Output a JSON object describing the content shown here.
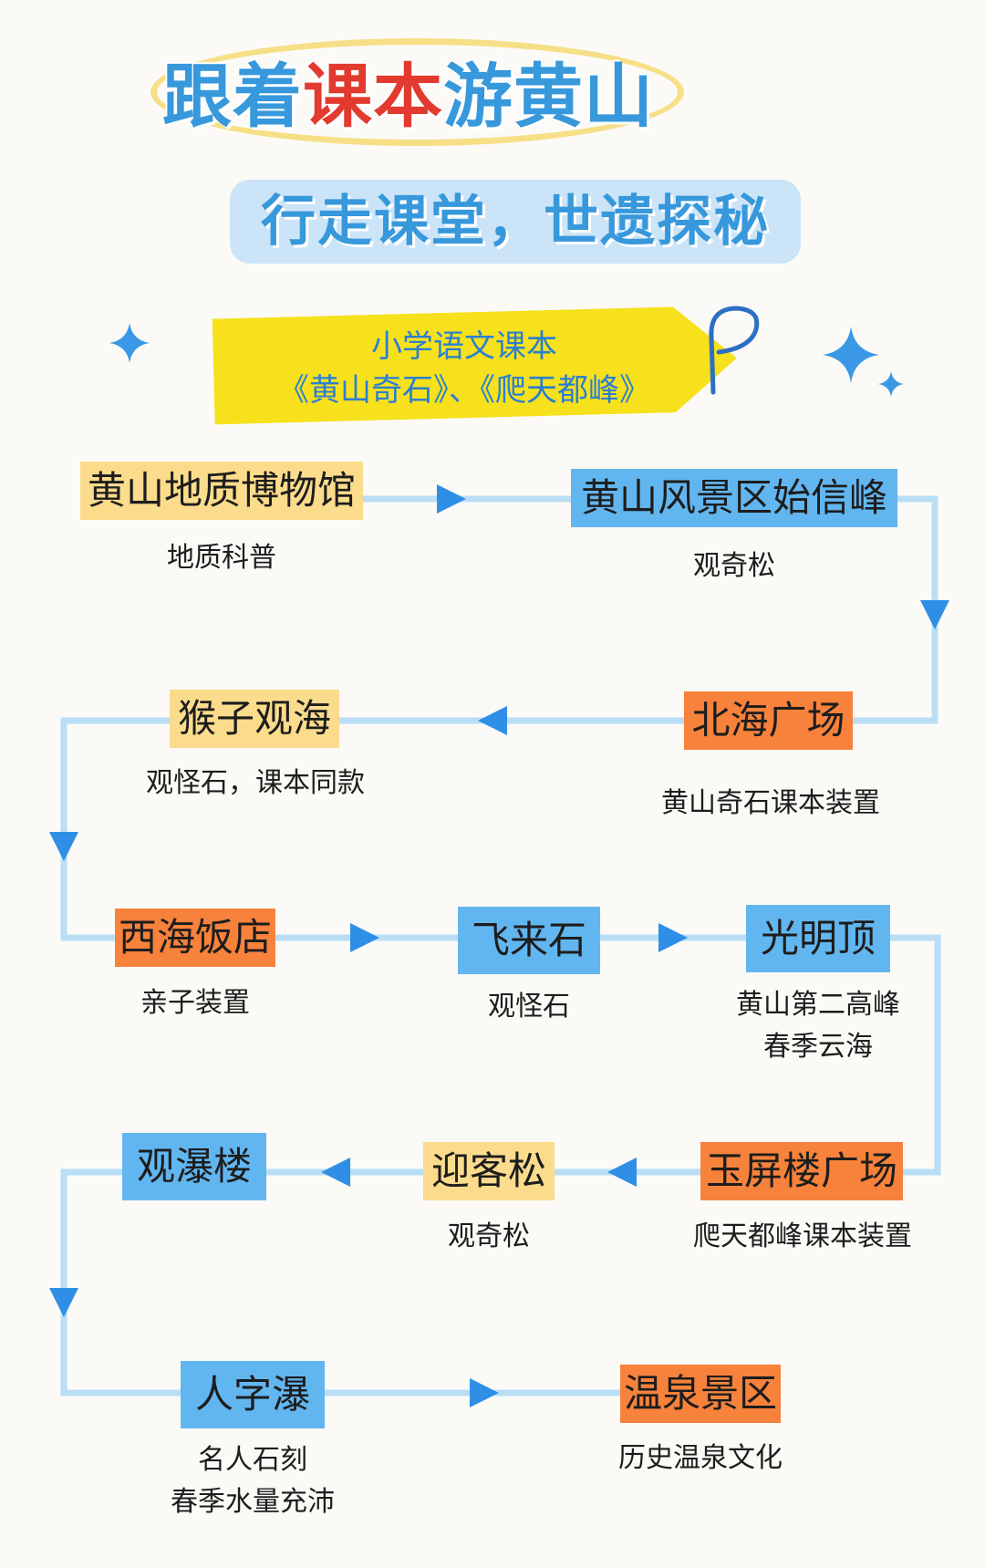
{
  "header": {
    "title_part1": "跟着",
    "title_part2": "课本",
    "title_part3": "游黄山",
    "subtitle": "行走课堂，世遗探秘"
  },
  "tag": {
    "line1": "小学语文课本",
    "line2": "《黄山奇石》、《爬天都峰》"
  },
  "route": [
    {
      "name": "黄山地质博物馆",
      "desc": [
        "地质科普"
      ]
    },
    {
      "name": "黄山风景区始信峰",
      "desc": [
        "观奇松"
      ]
    },
    {
      "name": "北海广场",
      "desc": [
        "黄山奇石课本装置"
      ]
    },
    {
      "name": "猴子观海",
      "desc": [
        "观怪石，课本同款"
      ]
    },
    {
      "name": "西海饭店",
      "desc": [
        "亲子装置"
      ]
    },
    {
      "name": "飞来石",
      "desc": [
        "观怪石"
      ]
    },
    {
      "name": "光明顶",
      "desc": [
        "黄山第二高峰",
        "春季云海"
      ]
    },
    {
      "name": "玉屏楼广场",
      "desc": [
        "爬天都峰课本装置"
      ]
    },
    {
      "name": "迎客松",
      "desc": [
        "观奇松"
      ]
    },
    {
      "name": "观瀑楼",
      "desc": []
    },
    {
      "name": "人字瀑",
      "desc": [
        "名人石刻",
        "春季水量充沛"
      ]
    },
    {
      "name": "温泉景区",
      "desc": [
        "历史温泉文化"
      ]
    }
  ],
  "colors": {
    "line": "#b9def6",
    "arrow": "#2f8fe6",
    "yellow_box": "#fbdc8c",
    "blue_box": "#62b6f0",
    "orange_box": "#f7823b",
    "tag_yellow": "#f6e11c",
    "title_blue": "#3798dc",
    "title_red": "#e23a2f"
  },
  "icons": [
    "sparkle-icon",
    "arrow-right-icon",
    "arrow-left-icon",
    "arrow-down-icon",
    "hook-loop-icon"
  ]
}
